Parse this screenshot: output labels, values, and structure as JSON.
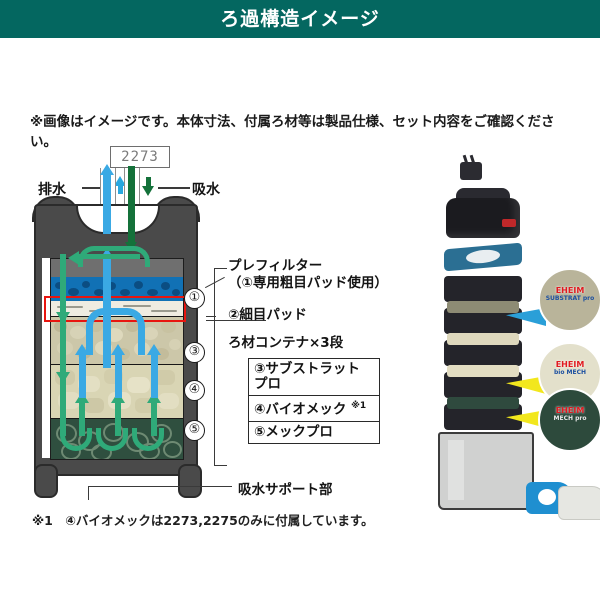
{
  "header": {
    "title": "ろ過構造イメージ",
    "bg_color": "#046760",
    "text_color": "#ffffff"
  },
  "caption": "※画像はイメージです。本体寸法、付属ろ材等は製品仕様、セット内容をご確認ください。",
  "model_badge": "2273",
  "flow": {
    "outlet_label": "排水",
    "inlet_label": "吸水",
    "outlet_color": "#29a8e0",
    "inlet_color": "#14713a",
    "internal_blue": "#3aa9e4",
    "internal_green": "#2faa79"
  },
  "diagram": {
    "markers": [
      "①",
      "③",
      "④",
      "⑤"
    ],
    "highlight_color": "#e8150f",
    "layers": [
      {
        "marker": "①",
        "name": "coarse-pad-blue",
        "color": "#1171b5"
      },
      {
        "marker": "②",
        "name": "fine-pad-white",
        "color": "#efece1"
      },
      {
        "marker": "③",
        "name": "substrat-pro-granules",
        "color": "#ccc7a9"
      },
      {
        "marker": "④",
        "name": "bio-mech-pellets",
        "color": "#d9d5b4"
      },
      {
        "marker": "⑤",
        "name": "mech-pro-rings",
        "color": "#2f4f3f"
      }
    ]
  },
  "legend": {
    "prefilter_title": "プレフィルター",
    "prefilter_sub": "（①専用粗目パッド使用）",
    "fine_pad": "②細目パッド",
    "container_title": "ろ材コンテナ×3段",
    "media": [
      {
        "label": "③サブストラット",
        "label_line2": "プロ",
        "note": ""
      },
      {
        "label": "④バイオメック",
        "label_line2": "",
        "note": "※1"
      },
      {
        "label": "⑤メックプロ",
        "label_line2": "",
        "note": ""
      }
    ],
    "support_label": "吸水サポート部"
  },
  "footnote": "※1　④バイオメックは2273,2275のみに付属しています。",
  "product": {
    "callouts": [
      {
        "brand": "EHEIM",
        "product": "SUBSTRAT pro",
        "media_color": "#b9b49a",
        "lead_color": "#2a9fd8"
      },
      {
        "brand": "EHEIM",
        "product": "bio MECH",
        "media_color": "#e3e0cb",
        "lead_color": "#f2e71d"
      },
      {
        "brand": "EHEIM",
        "product": "MECH pro",
        "media_color": "#2d4a3c",
        "lead_color": "#f2e71d"
      }
    ]
  }
}
